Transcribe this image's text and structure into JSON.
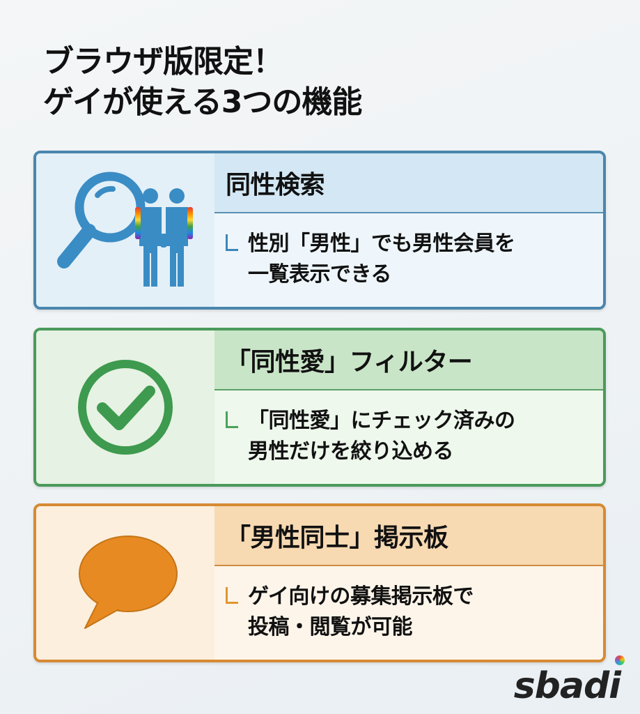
{
  "title": {
    "line1": "ブラウザ版限定！",
    "line2": "ゲイが使える3つの機能"
  },
  "features": [
    {
      "icon": "magnifier-with-couple-icon",
      "color": "#4a86ad",
      "heading": "同性検索",
      "desc_line1": "性別「男性」でも男性会員を",
      "desc_line2": "一覧表示できる"
    },
    {
      "icon": "check-circle-icon",
      "color": "#4b9a5c",
      "heading": "「同性愛」フィルター",
      "desc_line1": "「同性愛」にチェック済みの",
      "desc_line2": "男性だけを絞り込める"
    },
    {
      "icon": "speech-bubble-icon",
      "color": "#e88a22",
      "heading": "「男性同士」掲示板",
      "desc_line1": "ゲイ向けの募集掲示板で",
      "desc_line2": "投稿・閲覧が可能"
    }
  ],
  "logo": {
    "text": "sbadi"
  }
}
